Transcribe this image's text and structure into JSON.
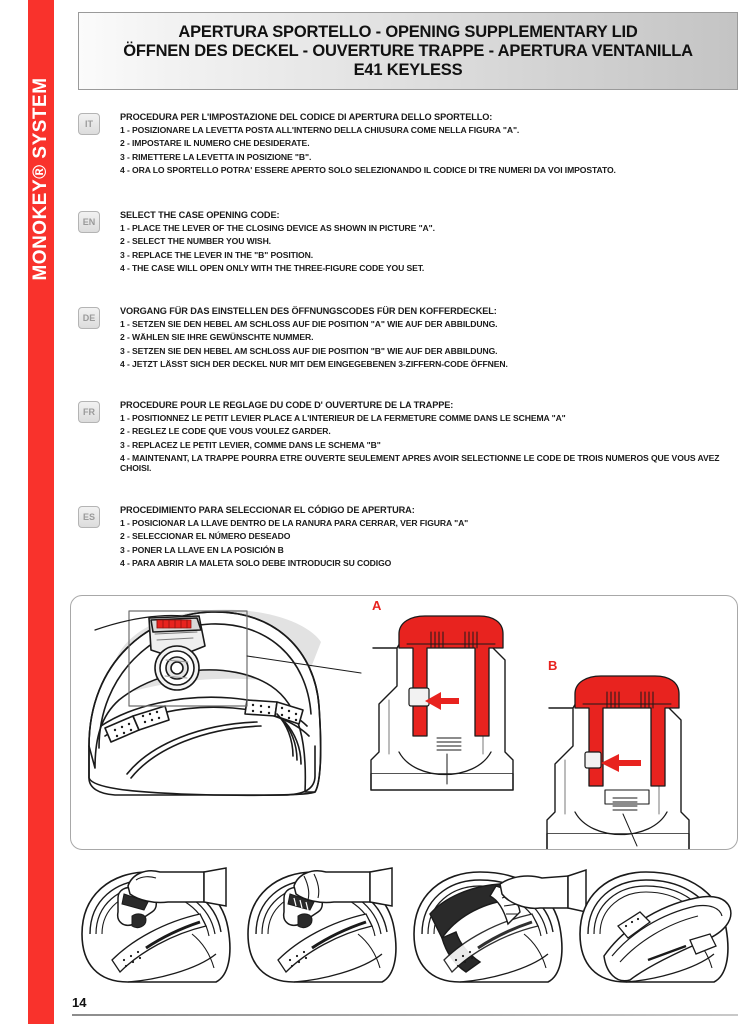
{
  "brand": {
    "name": "MONOKEY® SYSTEM",
    "bar_color": "#f9322c"
  },
  "header": {
    "line1": "APERTURA SPORTELLO - OPENING SUPPLEMENTARY LID",
    "line2": "ÖFFNEN DES DECKEL - OUVERTURE TRAPPE - APERTURA VENTANILLA",
    "line3": "E41 KEYLESS"
  },
  "languages": [
    {
      "code": "IT",
      "title": "PROCEDURA PER L'IMPOSTAZIONE DEL CODICE DI APERTURA DELLO SPORTELLO:",
      "steps": [
        "1 - POSIZIONARE LA LEVETTA POSTA ALL'INTERNO DELLA CHIUSURA COME NELLA FIGURA \"A\".",
        "2 - IMPOSTARE IL NUMERO CHE DESIDERATE.",
        "3 - RIMETTERE LA LEVETTA IN POSIZIONE \"B\".",
        "4 - ORA LO SPORTELLO POTRA' ESSERE APERTO SOLO  SELEZIONANDO IL CODICE DI TRE NUMERI DA VOI IMPOSTATO."
      ]
    },
    {
      "code": "EN",
      "title": "SELECT THE CASE OPENING CODE:",
      "steps": [
        "1 - PLACE THE LEVER OF THE CLOSING DEVICE AS SHOWN  IN PICTURE \"A\".",
        "2 - SELECT THE NUMBER YOU WISH.",
        "3 - REPLACE THE LEVER IN THE \"B\" POSITION.",
        "4 - THE CASE WILL OPEN ONLY WITH THE THREE-FIGURE  CODE YOU SET."
      ]
    },
    {
      "code": "DE",
      "title": "VORGANG FÜR DAS EINSTELLEN DES ÖFFNUNGSCODES FÜR DEN KOFFERDECKEL:",
      "steps": [
        "1 - SETZEN SIE DEN HEBEL AM SCHLOSS AUF DIE POSITION \"A\" WIE AUF DER ABBILDUNG.",
        "2 - WÄHLEN SIE IHRE GEWÜNSCHTE NUMMER.",
        "3 - SETZEN SIE DEN HEBEL AM SCHLOSS AUF DIE POSITION \"B\" WIE AUF DER ABBILDUNG.",
        "4 - JETZT LÄSST SICH DER DECKEL NUR MIT DEM EINGEGEBENEN 3-ZIFFERN-CODE ÖFFNEN."
      ]
    },
    {
      "code": "FR",
      "title": "PROCEDURE POUR LE REGLAGE DU CODE D' OUVERTURE DE LA TRAPPE:",
      "steps": [
        "1 - POSITIONNEZ LE PETIT LEVIER PLACE A  L'INTERIEUR DE LA FERMETURE COMME DANS LE SCHEMA \"A\"",
        "2 - REGLEZ LE CODE QUE VOUS VOULEZ GARDER.",
        "3 - REPLACEZ LE PETIT LEVIER, COMME DANS LE SCHEMA \"B\"",
        "4 - MAINTENANT, LA TRAPPE POURRA ETRE OUVERTE SEULEMENT APRES AVOIR SELECTIONNE LE CODE DE TROIS NUMEROS QUE VOUS AVEZ CHOISI."
      ]
    },
    {
      "code": "ES",
      "title": "PROCEDIMIENTO PARA SELECCIONAR EL CÓDIGO DE APERTURA:",
      "steps": [
        "1 - POSICIONAR LA LLAVE DENTRO DE LA RANURA PARA CERRAR, VER FIGURA \"A\"",
        "2 - SELECCIONAR EL NÚMERO DESEADO",
        "3 - PONER LA LLAVE EN LA POSICIÓN B",
        "4 - PARA ABRIR LA MALETA SOLO DEBE INTRODUCIR SU CODIGO"
      ]
    }
  ],
  "figure": {
    "label_a": "A",
    "label_b": "B",
    "accent_color": "#e8231f"
  },
  "footer": {
    "page_number": "14"
  }
}
